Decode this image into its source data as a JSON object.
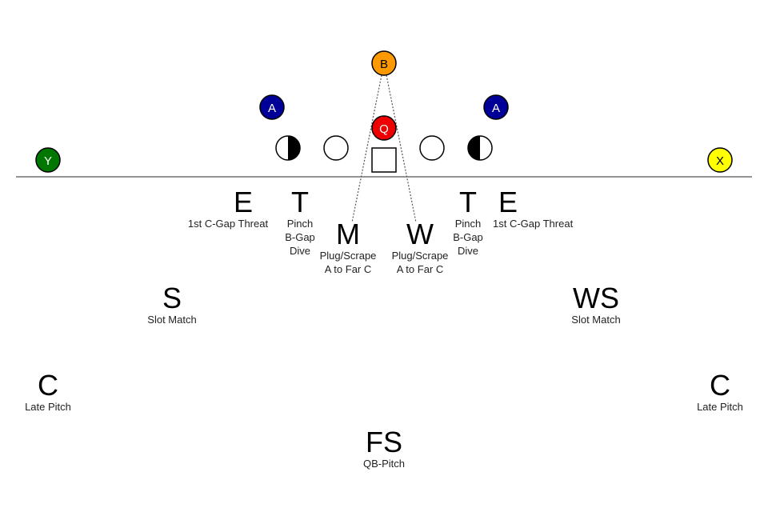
{
  "colors": {
    "B": "#ff9900",
    "A": "#000099",
    "Q": "#ee0000",
    "Y": "#007700",
    "X": "#ffff00",
    "lineman_fill": "#ffffff",
    "stroke": "#000000"
  },
  "offense": {
    "B": "B",
    "A_left": "A",
    "A_right": "A",
    "Q": "Q",
    "Y": "Y",
    "X": "X"
  },
  "defense": {
    "E_left": {
      "label": "E",
      "duty": [
        "1st C-Gap Threat"
      ]
    },
    "T_left": {
      "label": "T",
      "duty": [
        "Pinch",
        "B-Gap",
        "Dive"
      ]
    },
    "M": {
      "label": "M",
      "duty": [
        "Plug/Scrape",
        "A to Far C"
      ]
    },
    "W": {
      "label": "W",
      "duty": [
        "Plug/Scrape",
        "A to Far C"
      ]
    },
    "T_right": {
      "label": "T",
      "duty": [
        "Pinch",
        "B-Gap",
        "Dive"
      ]
    },
    "E_right": {
      "label": "E",
      "duty": [
        "1st C-Gap Threat"
      ]
    },
    "S": {
      "label": "S",
      "duty": [
        "Slot Match"
      ]
    },
    "WS": {
      "label": "WS",
      "duty": [
        "Slot Match"
      ]
    },
    "C_left": {
      "label": "C",
      "duty": [
        "Late Pitch"
      ]
    },
    "C_right": {
      "label": "C",
      "duty": [
        "Late Pitch"
      ]
    },
    "FS": {
      "label": "FS",
      "duty": [
        "QB-Pitch"
      ]
    }
  }
}
